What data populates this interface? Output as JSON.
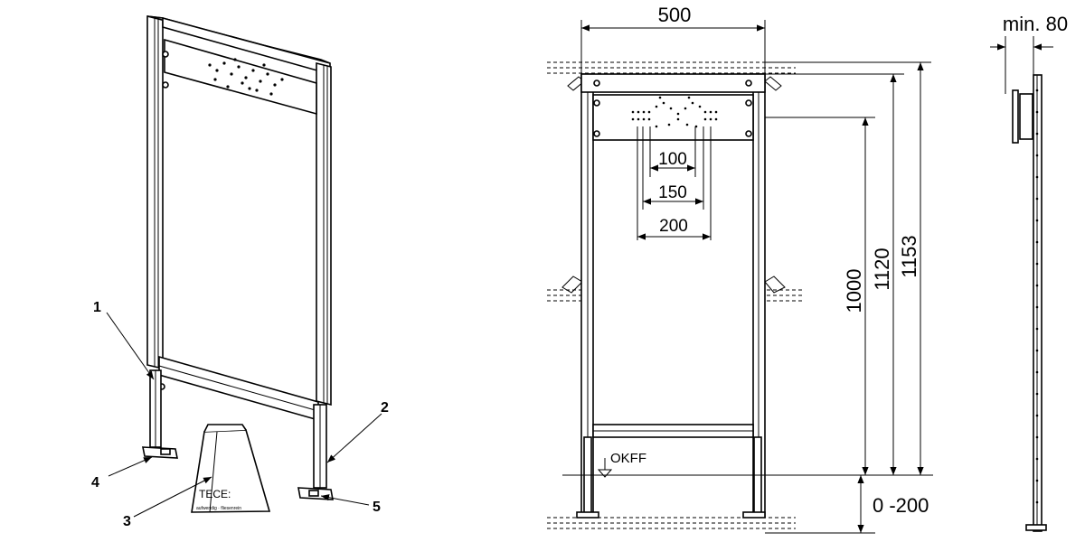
{
  "callouts": {
    "c1": "1",
    "c2": "2",
    "c3": "3",
    "c4": "4",
    "c5": "5"
  },
  "bag_brand": "TECE:",
  "bag_tagline": "aufwendig · fliesenrein",
  "dims": {
    "width": "500",
    "d100": "100",
    "d150": "150",
    "d200": "200",
    "h1000": "1000",
    "h1120": "1120",
    "h1153": "1153",
    "adjust": "0 -200",
    "min_depth": "min. 80"
  },
  "floor_mark": "OKFF",
  "colors": {
    "line": "#000000",
    "background": "#ffffff"
  }
}
